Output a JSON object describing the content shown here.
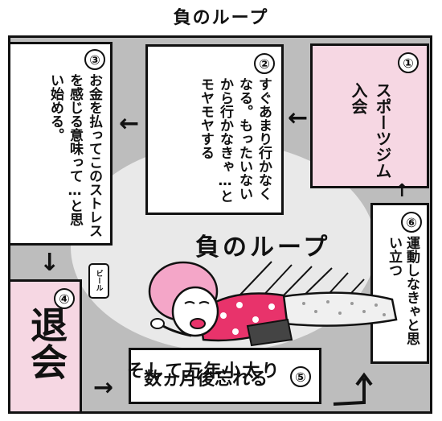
{
  "title": "負のループ",
  "center_title": "負のループ",
  "caption": "そして万年小太り",
  "can_label": "ビール",
  "steps": [
    {
      "num": "①",
      "text": "スポーツジム入会"
    },
    {
      "num": "②",
      "text": "すぐあまり行かなくなる。もったいないから行かなきゃ…とモヤモヤする"
    },
    {
      "num": "③",
      "text": "お金を払ってこのストレスを感じる意味って…と思い始める。"
    },
    {
      "num": "④",
      "text": "退会"
    },
    {
      "num": "⑤",
      "text": "数ヵ月後忘れる"
    },
    {
      "num": "⑥",
      "text": "運動しなきゃと思い立つ"
    }
  ],
  "colors": {
    "pink": "#f6d7e3",
    "gray": "#bdbdbd",
    "hair": "#f4a6c8",
    "shirt": "#e8336b"
  }
}
